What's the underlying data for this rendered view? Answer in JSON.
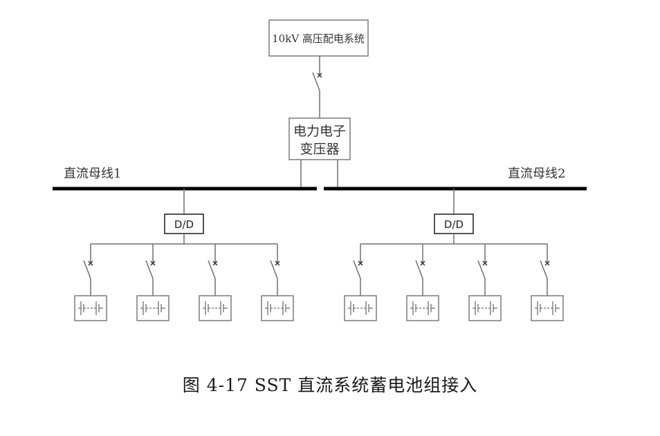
{
  "diagram": {
    "source": {
      "label": "10kV 高压配电系统"
    },
    "transformer": {
      "line1": "电力电子",
      "line2": "变压器"
    },
    "buses": [
      {
        "label": "直流母线1"
      },
      {
        "label": "直流母线2"
      }
    ],
    "converters": [
      {
        "label": "D/D",
        "bus": 1,
        "battery_groups": 4
      },
      {
        "label": "D/D",
        "bus": 2,
        "battery_groups": 4
      }
    ],
    "symbols": {
      "switch": "breaker-switch-icon",
      "battery": "battery-icon"
    },
    "colors": {
      "line": "#6e6e6e",
      "bus": "#000000",
      "box_border": "#7a7a7a",
      "converter_border": "#1a1a1a"
    }
  },
  "caption": "图 4-17 SST 直流系统蓄电池组接入"
}
